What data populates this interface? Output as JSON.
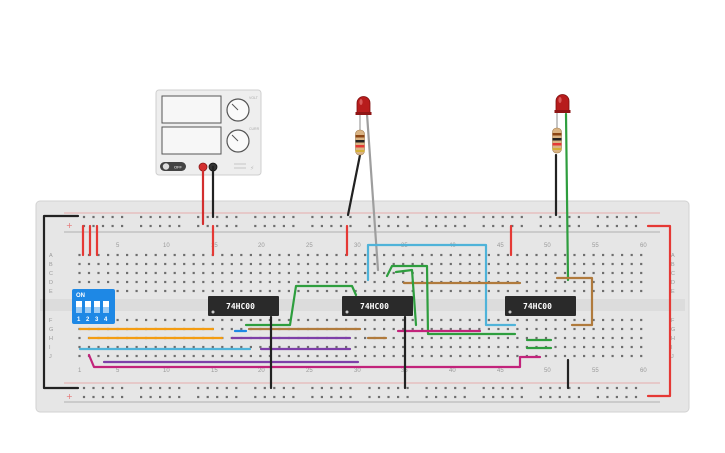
{
  "workspace": {
    "colors": {
      "breadboard": "#e6e6e6",
      "hole": "#6e6e6e",
      "rail_red": "#e53935",
      "rail_black": "#222222",
      "chip_body": "#222222",
      "dip_switch": "#1e88e5",
      "led": "#b71c1c",
      "psu_body": "#eeeeee"
    }
  },
  "breadboard": {
    "column_numbers": [
      "5",
      "10",
      "15",
      "20",
      "25",
      "30",
      "35",
      "40",
      "45",
      "50",
      "55",
      "60"
    ],
    "bottom_column_numbers": [
      "1",
      "5",
      "10",
      "15",
      "20",
      "25",
      "30",
      "35",
      "40",
      "45",
      "50",
      "55",
      "60"
    ],
    "top_row_letters": [
      "A",
      "B",
      "C",
      "D",
      "E"
    ],
    "bottom_row_letters": [
      "F",
      "G",
      "H",
      "I",
      "J"
    ]
  },
  "power_supply": {
    "switch_label": "OFF",
    "knob1_label": "VOLT",
    "knob2_label": "CURR"
  },
  "dip_switch": {
    "header_label": "ON",
    "switch_numbers": [
      "1",
      "2",
      "3",
      "4"
    ]
  },
  "chips": [
    {
      "label": "74HC00"
    },
    {
      "label": "74HC00"
    },
    {
      "label": "74HC00"
    }
  ],
  "leds": [
    {
      "color": "red"
    },
    {
      "color": "red"
    }
  ]
}
